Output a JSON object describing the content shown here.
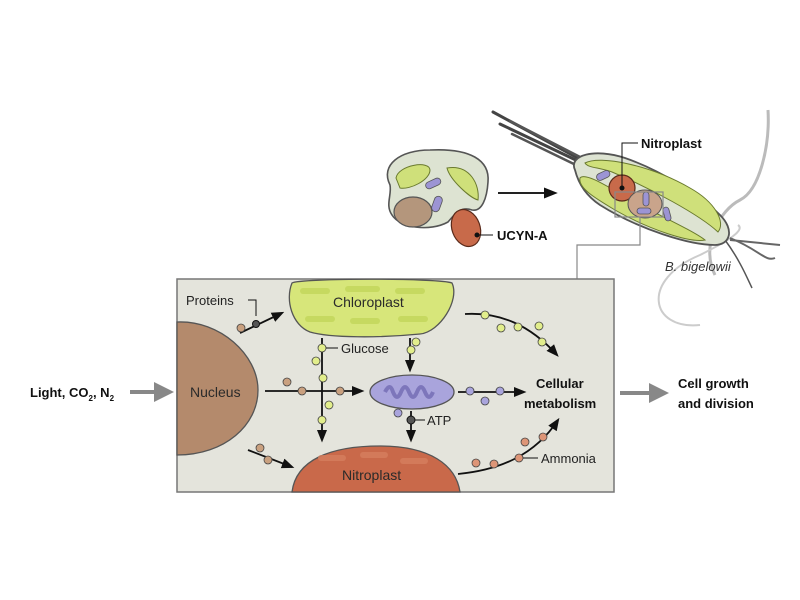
{
  "diagram": {
    "inputs_label": "Light, CO",
    "inputs_sub1": "2",
    "inputs_sep": ", N",
    "inputs_sub2": "2",
    "output_line1": "Cell growth",
    "output_line2": "and division",
    "organism_name": "B. bigelowii",
    "top_labels": {
      "nitroplast": "Nitroplast",
      "ucyn_a": "UCYN-A"
    },
    "inner": {
      "proteins": "Proteins",
      "chloroplast": "Chloroplast",
      "glucose": "Glucose",
      "nucleus": "Nucleus",
      "atp": "ATP",
      "nitroplast": "Nitroplast",
      "ammonia": "Ammonia",
      "metabolism_line1": "Cellular",
      "metabolism_line2": "metabolism"
    },
    "colors": {
      "panel_bg": "#e4e4dc",
      "chloroplast": "#d7e67a",
      "nucleus": "#b48a6c",
      "nitroplast": "#c9694a",
      "mitochondrion": "#a9a4dc",
      "glucose_dot": "#e2ee8c",
      "protein_dot": "#c9a07f",
      "ammonia_dot": "#dd9577"
    }
  }
}
